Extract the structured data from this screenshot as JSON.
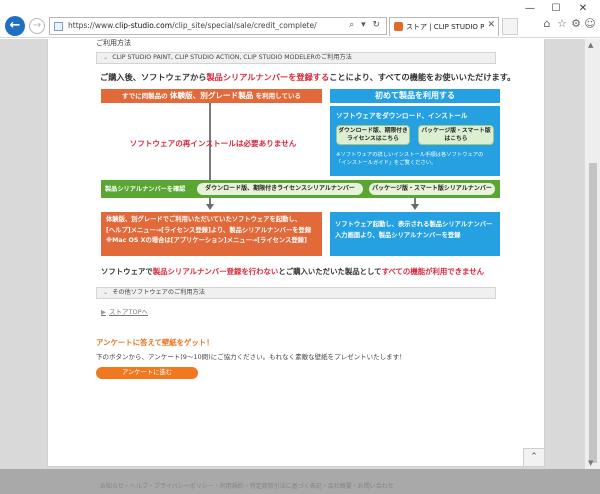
{
  "window": {
    "minimize": "—",
    "maximize": "☐",
    "close": "✕"
  },
  "browser": {
    "back_icon": "back-arrow-icon",
    "url_prefix": "https://www.",
    "url_domain": "clip-studio.com",
    "url_path": "/clip_site/special/sale/credit_complete/",
    "address_tools": "⌕ ▾ ↻",
    "tab_title": "ストア | CLIP STUDIO PAINT E...",
    "tab_close": "✕",
    "home": "⌂",
    "favorites": "☆",
    "settings": "⚙",
    "feedback": "☺"
  },
  "page": {
    "section_title": "ご利用方法",
    "accordion_products": "CLIP STUDIO PAINT, CLIP STUDIO ACTION, CLIP STUDIO MODELERのご利用方法",
    "accordion_chevron": "⌄",
    "intro_pre": "ご購入後、ソフトウェアから",
    "intro_red": "製品シリアルナンバーを登録する",
    "intro_post": "ことにより、すべての機能をお使いいただけます。",
    "orange_head_pre": "すでに同製品の ",
    "orange_head_big": "体験版、別グレード製品",
    "orange_head_post": " を利用している",
    "blue_head": "初めて製品を利用する",
    "no_reinstall": "ソフトウェアの再インストールは必要ありません",
    "install_title": "ソフトウェアをダウンロード、インストール",
    "dl_button_1_line1": "ダウンロード版、期限付き",
    "dl_button_1_line2": "ライセンスはこちら",
    "dl_button_2_line1": "パッケージ版・スマート版",
    "dl_button_2_line2": "はこちら",
    "install_note_line1": "※ソフトウェアの詳しいインストール手順は各ソフトウェアの",
    "install_note_line2": "「インストールガイド」をご覧ください。",
    "green_label": "製品シリアルナンバーを確認",
    "pill_download": "ダウンロード版、期限付きライセンスシリアルナンバー",
    "pill_package": "パッケージ版・スマート版シリアルナンバー",
    "orange_box_line1": "体験版、別グレードでご利用いただいていたソフトウェアを起動し、",
    "orange_box_line2": "[ヘルプ]メニュー→[ライセンス登録]より、製品シリアルナンバーを登録",
    "orange_box_line3": "※Mac OS Xの場合は[アプリケーション]メニュー→[ライセンス登録]",
    "blue_box_line1": "ソフトウェア起動し、表示される製品シリアルナンバー",
    "blue_box_line2": "入力画面より、製品シリアルナンバーを登録",
    "warning_pre": "ソフトウェアで",
    "warning_red1": "製品シリアルナンバー登録を行わない",
    "warning_mid": "とご購入いただいた製品として",
    "warning_red2": "すべての機能が利用できません",
    "accordion_other": "その他ソフトウェアのご利用方法",
    "store_top_arrow": "▶",
    "store_top": "ストアTOPへ",
    "enquete_title": "アンケートに答えて壁紙をゲット！",
    "enquete_desc": "下のボタンから、アンケート(9〜10問)にご協力ください。もれなく素敵な壁紙をプレゼントいたします！",
    "enquete_button": "アンケートに進む",
    "to_top": "⌃"
  },
  "footer_strip": {
    "text": "お知らせ・ヘルプ・プライバシーポリシー・利用規約・特定商取引法に基づく表記・会社概要・お問い合わせ"
  },
  "colors": {
    "accent_orange": "#e26a3a",
    "accent_blue": "#25a0e0",
    "accent_green": "#5aa633",
    "highlight_red": "#d8283b"
  }
}
